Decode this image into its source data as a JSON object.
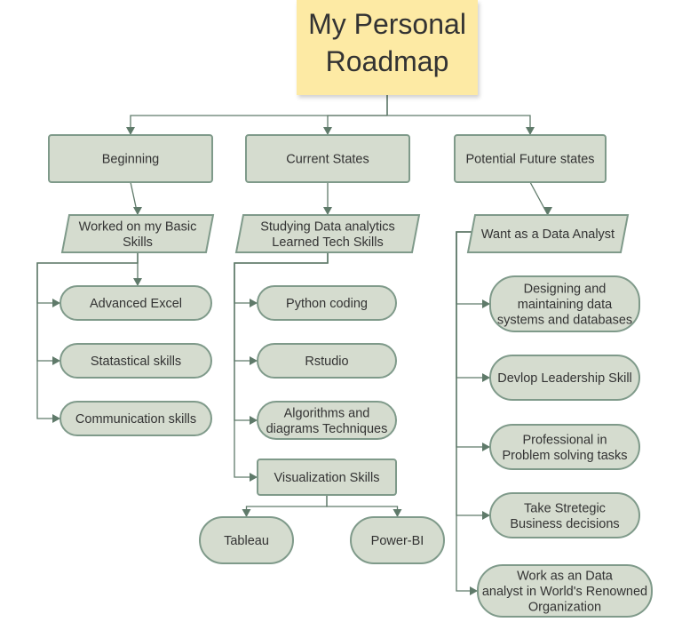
{
  "title": {
    "lines": [
      "My Personal",
      "Roadmap"
    ],
    "color": "#fdeaa4"
  },
  "colors": {
    "node_fill": "#d5dccf",
    "node_stroke": "#7f9a8a",
    "edge": "#5f7a6a",
    "text": "#333333"
  },
  "nodes": [
    {
      "id": "beginning",
      "shape": "rect",
      "lines": [
        "Beginning"
      ]
    },
    {
      "id": "current",
      "shape": "rect",
      "lines": [
        "Current States"
      ]
    },
    {
      "id": "future",
      "shape": "rect",
      "lines": [
        "Potential Future states"
      ]
    },
    {
      "id": "basic",
      "shape": "para",
      "lines": [
        "Worked on my Basic",
        "Skills"
      ]
    },
    {
      "id": "studying",
      "shape": "para",
      "lines": [
        "Studying Data analytics",
        "Learned Tech Skills"
      ]
    },
    {
      "id": "analyst",
      "shape": "para",
      "lines": [
        "Want as a Data Analyst"
      ]
    },
    {
      "id": "excel",
      "shape": "pill",
      "lines": [
        "Advanced Excel"
      ]
    },
    {
      "id": "stats",
      "shape": "pill",
      "lines": [
        "Statastical skills"
      ]
    },
    {
      "id": "comm",
      "shape": "pill",
      "lines": [
        "Communication skills"
      ]
    },
    {
      "id": "python",
      "shape": "pill",
      "lines": [
        "Python coding"
      ]
    },
    {
      "id": "rstudio",
      "shape": "pill",
      "lines": [
        "Rstudio"
      ]
    },
    {
      "id": "algo",
      "shape": "pill",
      "lines": [
        "Algorithms and",
        "diagrams Techniques"
      ]
    },
    {
      "id": "viz",
      "shape": "rect",
      "lines": [
        "Visualization Skills"
      ]
    },
    {
      "id": "tableau",
      "shape": "pill",
      "lines": [
        "Tableau"
      ]
    },
    {
      "id": "powerbi",
      "shape": "pill",
      "lines": [
        "Power-BI"
      ]
    },
    {
      "id": "design",
      "shape": "pill",
      "lines": [
        "Designing and",
        "maintaining data",
        "systems and databases"
      ]
    },
    {
      "id": "leader",
      "shape": "pill",
      "lines": [
        "Devlop Leadership Skill"
      ]
    },
    {
      "id": "problem",
      "shape": "pill",
      "lines": [
        "Professional in",
        "Problem solving tasks"
      ]
    },
    {
      "id": "strategic",
      "shape": "pill",
      "lines": [
        "Take Stretegic",
        "Business decisions"
      ]
    },
    {
      "id": "worldwide",
      "shape": "pill",
      "lines": [
        "Work as an Data",
        "analyst in World's Renowned",
        "Organization"
      ]
    }
  ],
  "edges": [
    {
      "from": "title",
      "to": "beginning"
    },
    {
      "from": "title",
      "to": "current"
    },
    {
      "from": "title",
      "to": "future"
    },
    {
      "from": "beginning",
      "to": "basic"
    },
    {
      "from": "current",
      "to": "studying"
    },
    {
      "from": "future",
      "to": "analyst"
    },
    {
      "from": "basic",
      "to": "excel"
    },
    {
      "from": "basic",
      "to": "stats"
    },
    {
      "from": "basic",
      "to": "comm"
    },
    {
      "from": "studying",
      "to": "python"
    },
    {
      "from": "studying",
      "to": "rstudio"
    },
    {
      "from": "studying",
      "to": "algo"
    },
    {
      "from": "studying",
      "to": "viz"
    },
    {
      "from": "viz",
      "to": "tableau"
    },
    {
      "from": "viz",
      "to": "powerbi"
    },
    {
      "from": "analyst",
      "to": "design"
    },
    {
      "from": "analyst",
      "to": "leader"
    },
    {
      "from": "analyst",
      "to": "problem"
    },
    {
      "from": "analyst",
      "to": "strategic"
    },
    {
      "from": "analyst",
      "to": "worldwide"
    }
  ]
}
